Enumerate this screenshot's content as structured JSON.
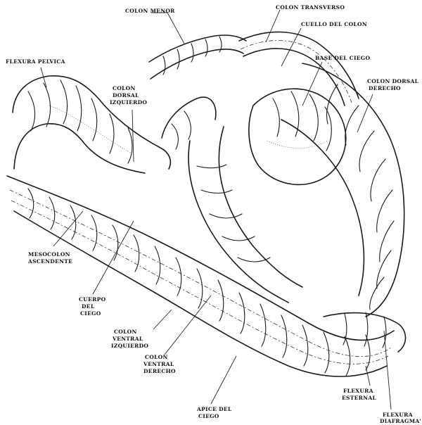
{
  "labels": {
    "colon_menor": "COLON MENOR",
    "colon_transverso": "COLON TRANSVERSO",
    "cuello_del_colon": "CUELLO DEL COLON",
    "flexura_pelvica": "FLEXURA PELVICA",
    "base_del_ciego": "BASE DEL CIEGO",
    "colon_dorsal_derecho_1": "COLON DORSAL",
    "colon_dorsal_derecho_2": "DERECHO",
    "colon_dorsal_izquierdo_1": "COLON",
    "colon_dorsal_izquierdo_2": "DORSAL",
    "colon_dorsal_izquierdo_3": "IZQUIERDO",
    "mesocolon_1": "MESOCOLON",
    "mesocolon_2": "ASCENDENTE",
    "cuerpo_ciego_1": "CUERPO",
    "cuerpo_ciego_2": "DEL",
    "cuerpo_ciego_3": "CIEGO",
    "colon_ventral_izquierdo_1": "COLON",
    "colon_ventral_izquierdo_2": "VENTRAL",
    "colon_ventral_izquierdo_3": "IZQUIERDO",
    "colon_ventral_derecho_1": "COLON",
    "colon_ventral_derecho_2": "VENTRAL",
    "colon_ventral_derecho_3": "DERECHO",
    "apice_ciego_1": "APICE DEL",
    "apice_ciego_2": "CIEGO",
    "flexura_esternal_1": "FLEXURA",
    "flexura_esternal_2": "ESTERNAL",
    "flexura_diafragmatica_1": "FLEXURA",
    "flexura_diafragmatica_2": "DIAFRAGMA'"
  }
}
